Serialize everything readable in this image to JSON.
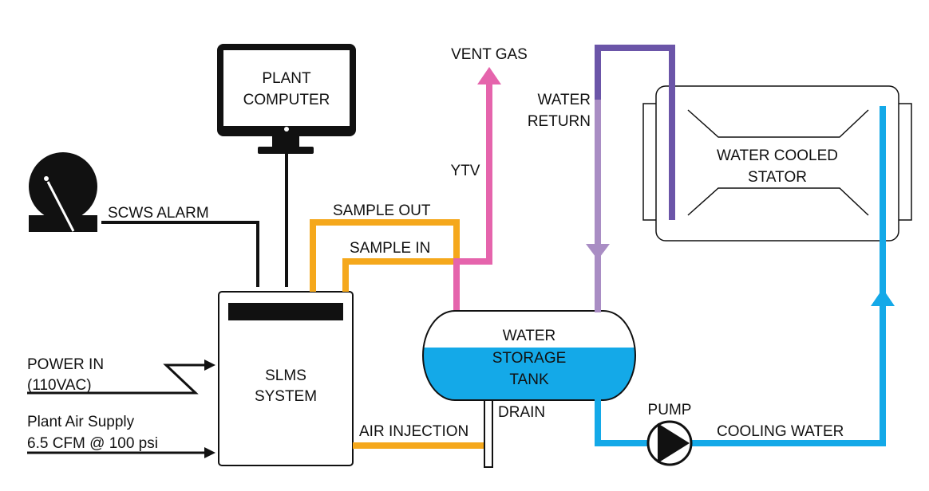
{
  "labels": {
    "plant_computer_line1": "PLANT",
    "plant_computer_line2": "COMPUTER",
    "scws_alarm": "SCWS ALARM",
    "sample_out": "SAMPLE OUT",
    "sample_in": "SAMPLE IN",
    "vent_gas": "VENT GAS",
    "ytv": "YTV",
    "water_return_line1": "WATER",
    "water_return_line2": "RETURN",
    "stator_line1": "WATER COOLED",
    "stator_line2": "STATOR",
    "power_in_line1": "POWER IN",
    "power_in_line2": "(110VAC)",
    "plant_air_line1": "Plant Air Supply",
    "plant_air_line2": "6.5 CFM @ 100 psi",
    "slms_line1": "SLMS",
    "slms_line2": "SYSTEM",
    "tank_line1": "WATER",
    "tank_line2": "STORAGE",
    "tank_line3": "TANK",
    "drain": "DRAIN",
    "air_injection": "AIR INJECTION",
    "pump": "PUMP",
    "cooling_water": "COOLING WATER"
  },
  "colors": {
    "sample_lines": "#F5A81C",
    "vent_line": "#E564AC",
    "return_dark": "#6B55A8",
    "return_light": "#A98DC4",
    "cooling_water": "#14A9E8",
    "tank_water": "#14A9E8",
    "outline": "#111111"
  },
  "icons": {
    "alarm": "alarm-horn-icon",
    "computer": "monitor-icon",
    "pump": "pump-icon"
  }
}
